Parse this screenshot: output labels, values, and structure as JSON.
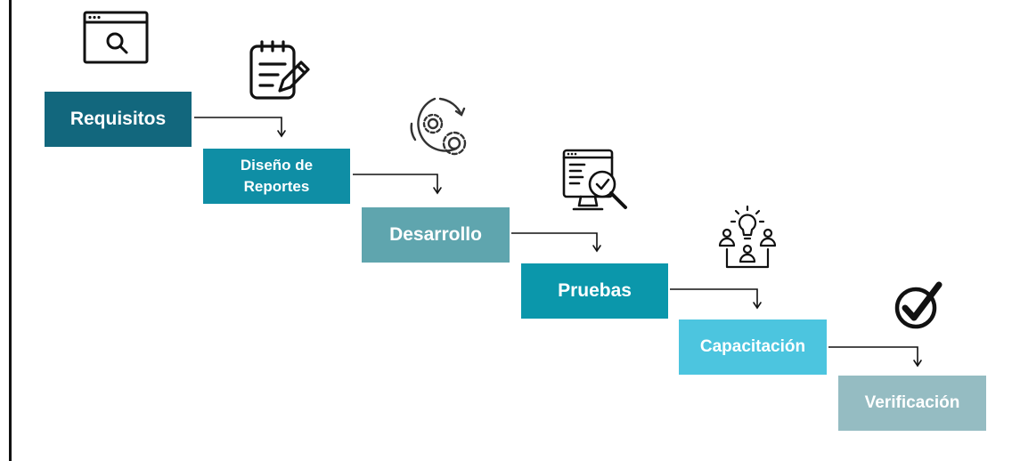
{
  "diagram": {
    "steps": [
      {
        "label": "Requisitos",
        "color": "#12677d",
        "icon": "browser-search-icon"
      },
      {
        "label": "Diseño de Reportes",
        "color": "#0f8ea5",
        "icon": "notepad-pencil-icon"
      },
      {
        "label": "Desarrollo",
        "color": "#5fa5ae",
        "icon": "gears-cycle-icon"
      },
      {
        "label": "Pruebas",
        "color": "#0b97ab",
        "icon": "monitor-magnifier-check-icon"
      },
      {
        "label": "Capacitación",
        "color": "#4cc5df",
        "icon": "team-idea-icon"
      },
      {
        "label": "Verificación",
        "color": "#95bcc2",
        "icon": "checkmark-circle-icon"
      }
    ]
  }
}
